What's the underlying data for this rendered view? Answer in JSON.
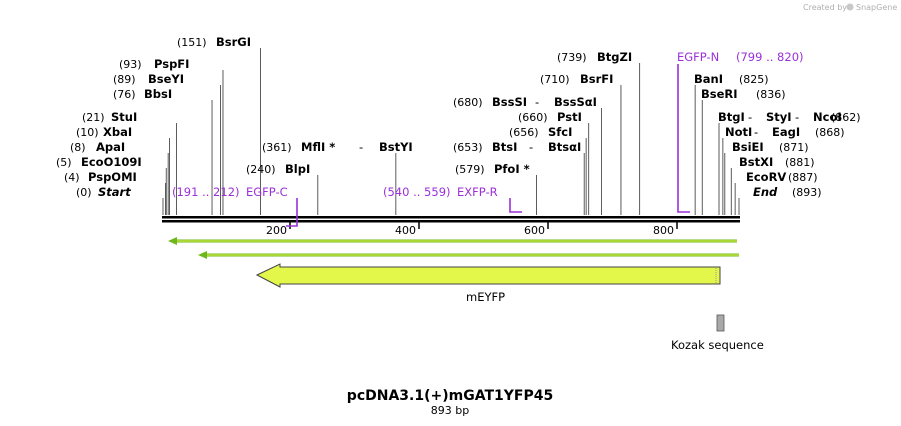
{
  "brand": {
    "prefix": "Created by",
    "name": "SnapGene"
  },
  "plasmid": {
    "name": "pcDNA3.1(+)mGAT1YFP45",
    "length_label": "893 bp",
    "length": 893
  },
  "enzymes": [
    {
      "pos": "(0)",
      "name": "Start",
      "loc": 0,
      "italic": true
    },
    {
      "pos": "(4)",
      "name": "PspOMI",
      "loc": 4
    },
    {
      "pos": "(5)",
      "name": "EcoO109I",
      "loc": 5
    },
    {
      "pos": "(8)",
      "name": "ApaI",
      "loc": 8
    },
    {
      "pos": "(10)",
      "name": "XbaI",
      "loc": 10
    },
    {
      "pos": "(21)",
      "name": "StuI",
      "loc": 21
    },
    {
      "pos": "(76)",
      "name": "BbsI",
      "loc": 76
    },
    {
      "pos": "(89)",
      "name": "BseYI",
      "loc": 89
    },
    {
      "pos": "(93)",
      "name": "PspFI",
      "loc": 93
    },
    {
      "pos": "(151)",
      "name": "BsrGI",
      "loc": 151
    },
    {
      "pos": "(240)",
      "name": "BlpI",
      "loc": 240
    },
    {
      "pos": "(361)",
      "name": "MflI *",
      "name2": "BstYI",
      "loc": 361
    },
    {
      "pos": "(579)",
      "name": "PfoI *",
      "loc": 579
    },
    {
      "pos": "(653)",
      "name": "BtsI",
      "name2": "BtsαI",
      "loc": 653
    },
    {
      "pos": "(656)",
      "name": "SfcI",
      "loc": 656
    },
    {
      "pos": "(660)",
      "name": "PstI",
      "loc": 660
    },
    {
      "pos": "(680)",
      "name": "BssSI",
      "name2": "BssSαI",
      "loc": 680
    },
    {
      "pos": "(710)",
      "name": "BsrFI",
      "loc": 710
    },
    {
      "pos": "(739)",
      "name": "BtgZI",
      "loc": 739
    },
    {
      "pos": "(825)",
      "name": "BanI",
      "loc": 825
    },
    {
      "pos": "(836)",
      "name": "BseRI",
      "loc": 836
    },
    {
      "pos": "(862)",
      "name": "BtgI",
      "name2": "StyI",
      "name3": "NcoI",
      "loc": 862
    },
    {
      "pos": "(868)",
      "name": "NotI",
      "name2": "EagI",
      "loc": 868
    },
    {
      "pos": "(871)",
      "name": "BsiEI",
      "loc": 871
    },
    {
      "pos": "(881)",
      "name": "BstXI",
      "loc": 881
    },
    {
      "pos": "(887)",
      "name": "EcoRV",
      "loc": 887
    },
    {
      "pos": "(893)",
      "name": "End",
      "loc": 893,
      "italic": true
    }
  ],
  "primers": [
    {
      "name": "EGFP-C",
      "range": "(191 .. 212)",
      "start": 191,
      "end": 212
    },
    {
      "name": "EXFP-R",
      "range": "(540 .. 559)",
      "start": 540,
      "end": 559
    },
    {
      "name": "EGFP-N",
      "range": "(799 .. 820)",
      "start": 799,
      "end": 820
    }
  ],
  "axis": {
    "ticks": [
      "200",
      "400",
      "600",
      "800"
    ]
  },
  "features": [
    {
      "name": "mEYFP",
      "start": 150,
      "end": 870,
      "direction": "reverse",
      "color": "#ddf536"
    },
    {
      "name": "Kozak sequence",
      "start": 863,
      "end": 872,
      "color": "#a9a9a9"
    }
  ],
  "colors": {
    "feature_line_green": "#6fb81c",
    "feature_fill": "#e3f64a",
    "primer": "#9b30d9"
  }
}
